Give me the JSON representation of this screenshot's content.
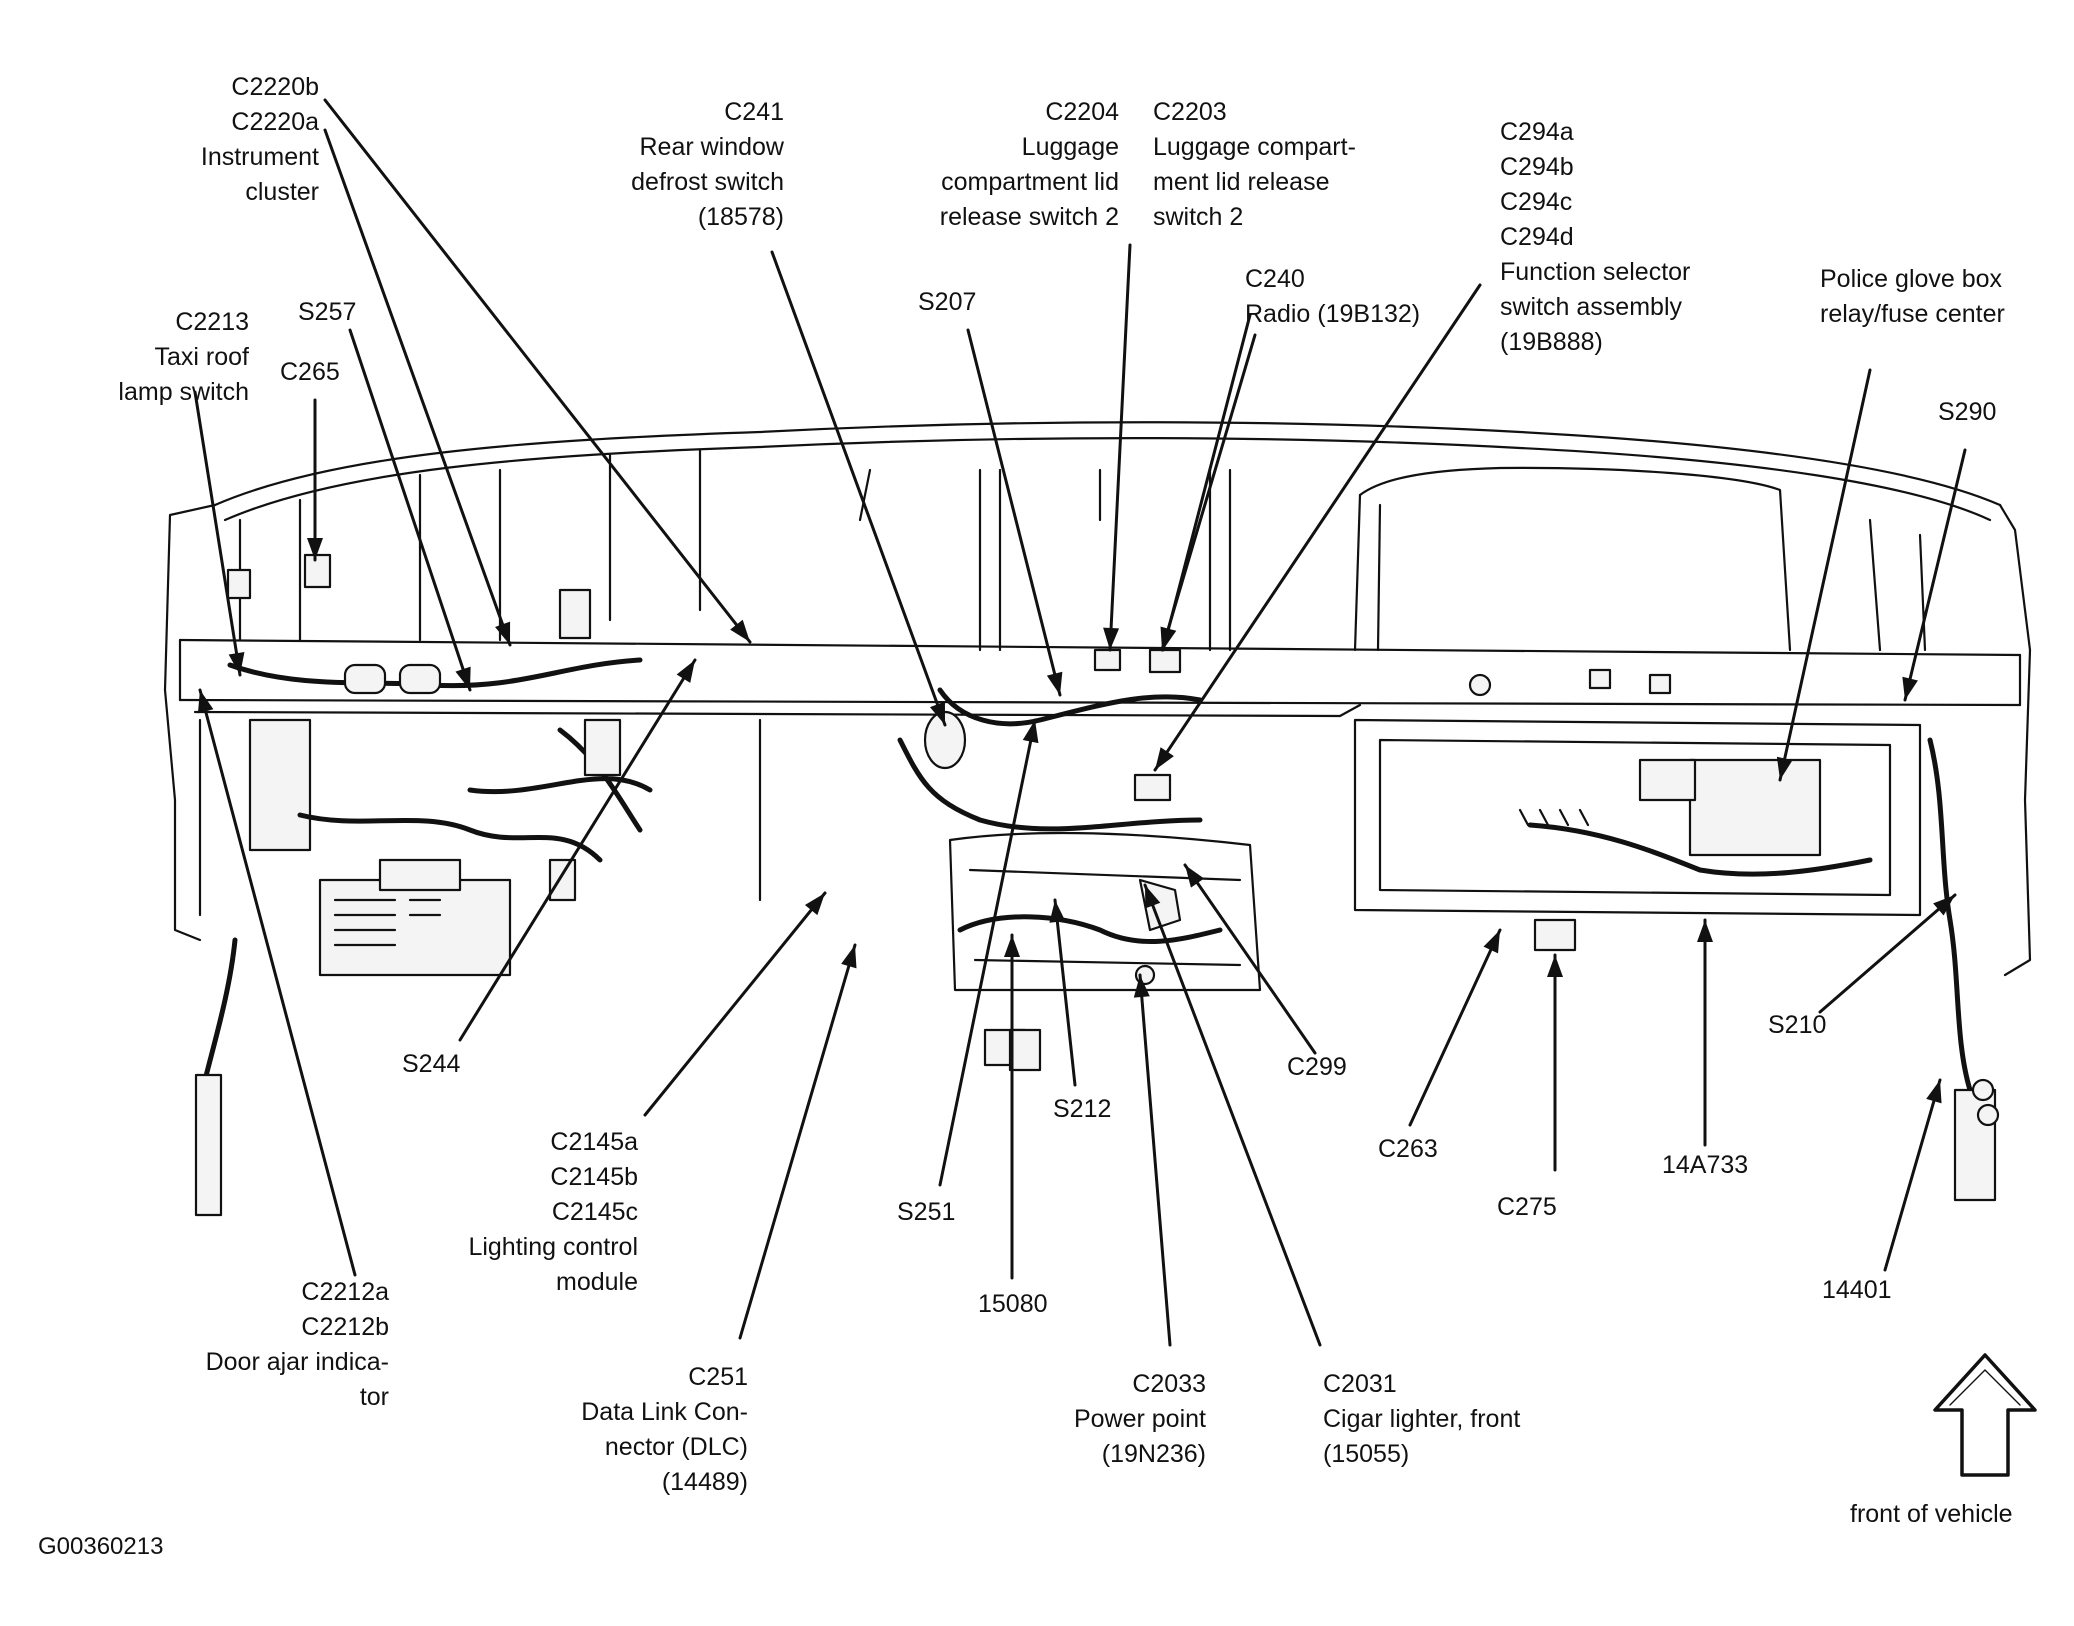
{
  "figure_id": "G00360213",
  "front_label": "front of vehicle",
  "colors": {
    "ink": "#111111",
    "paper": "#ffffff",
    "part_fill": "#f4f4f4"
  },
  "callouts": [
    {
      "id": "c2220",
      "lines": [
        "C2220b",
        "C2220a",
        "Instrument",
        "cluster"
      ]
    },
    {
      "id": "c241",
      "lines": [
        "C241",
        "Rear window",
        "defrost switch",
        "(18578)"
      ]
    },
    {
      "id": "c2204",
      "lines": [
        "C2204",
        "Luggage",
        "compartment lid",
        "release switch 2"
      ]
    },
    {
      "id": "c2203",
      "lines": [
        "C2203",
        "Luggage compart-",
        "ment lid release",
        "switch 2"
      ]
    },
    {
      "id": "c294",
      "lines": [
        "C294a",
        "C294b",
        "C294c",
        "C294d",
        "Function selector",
        "switch assembly",
        "(19B888)"
      ]
    },
    {
      "id": "c2213",
      "lines": [
        "C2213",
        "Taxi roof",
        "lamp switch"
      ]
    },
    {
      "id": "s257",
      "lines": [
        "S257"
      ]
    },
    {
      "id": "c265",
      "lines": [
        "C265"
      ]
    },
    {
      "id": "s207",
      "lines": [
        "S207"
      ]
    },
    {
      "id": "c240",
      "lines": [
        "C240",
        "Radio (19B132)"
      ]
    },
    {
      "id": "police",
      "lines": [
        "Police glove box",
        "relay/fuse center"
      ]
    },
    {
      "id": "s290",
      "lines": [
        "S290"
      ]
    },
    {
      "id": "s244",
      "lines": [
        "S244"
      ]
    },
    {
      "id": "s210",
      "lines": [
        "S210"
      ]
    },
    {
      "id": "c299",
      "lines": [
        "C299"
      ]
    },
    {
      "id": "s212",
      "lines": [
        "S212"
      ]
    },
    {
      "id": "c2145",
      "lines": [
        "C2145a",
        "C2145b",
        "C2145c",
        "Lighting control",
        "module"
      ]
    },
    {
      "id": "c263",
      "lines": [
        "C263"
      ]
    },
    {
      "id": "c275",
      "lines": [
        "C275"
      ]
    },
    {
      "id": "p14a733",
      "lines": [
        "14A733"
      ]
    },
    {
      "id": "s251",
      "lines": [
        "S251"
      ]
    },
    {
      "id": "c2212",
      "lines": [
        "C2212a",
        "C2212b",
        "Door ajar indica-",
        "tor"
      ]
    },
    {
      "id": "p15080",
      "lines": [
        "15080"
      ]
    },
    {
      "id": "p14401",
      "lines": [
        "14401"
      ]
    },
    {
      "id": "c251",
      "lines": [
        "C251",
        "Data Link Con-",
        "nector (DLC)",
        "(14489)"
      ]
    },
    {
      "id": "c2033",
      "lines": [
        "C2033",
        "Power point",
        "(19N236)"
      ]
    },
    {
      "id": "c2031",
      "lines": [
        "C2031",
        "Cigar lighter, front",
        "(15055)"
      ]
    }
  ]
}
